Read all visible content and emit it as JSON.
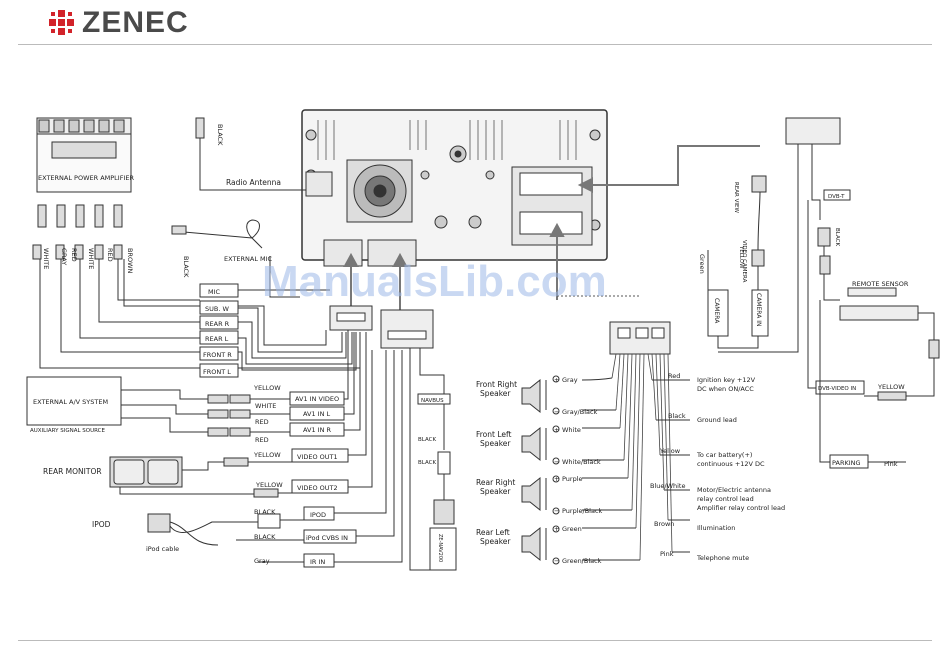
{
  "brand": {
    "name": "ZENEC",
    "accent": "#d2232a"
  },
  "watermark": "ManualsLib.com",
  "amp": {
    "title": "EXTERNAL POWER AMPLIFIER",
    "wires": [
      "WHITE",
      "GRAY",
      "RED",
      "WHITE",
      "RED",
      "BROWN"
    ]
  },
  "antenna": {
    "black": "BLACK",
    "label": "Radio Antenna"
  },
  "mic": {
    "black": "BLACK",
    "label": "EXTERNAL MIC"
  },
  "out_labels": [
    "MIC",
    "SUB. W",
    "REAR R",
    "REAR L",
    "FRONT R",
    "FRONT L"
  ],
  "av_system": {
    "title": "EXTERNAL A/V SYSTEM",
    "sub": "AUXILIARY SIGNAL SOURCE"
  },
  "av_in": [
    {
      "color": "YELLOW",
      "label": "AV1 IN VIDEO"
    },
    {
      "color": "WHITE",
      "label": "AV1 IN L"
    },
    {
      "color": "RED",
      "label": "AV1 IN R"
    }
  ],
  "av_red_extra": "RED",
  "rear_monitor": "REAR MONITOR",
  "video_out": [
    {
      "color": "YELLOW",
      "label": "VIDEO OUT1"
    },
    {
      "color": "YELLOW",
      "label": "VIDEO OUT2"
    }
  ],
  "ipod": {
    "label": "IPOD",
    "cable": "iPod cable",
    "rows": [
      {
        "color": "BLACK",
        "label": "IPOD"
      },
      {
        "color": "BLACK",
        "label": "iPod CVBS IN"
      },
      {
        "color": "Gray",
        "label": "IR IN"
      }
    ]
  },
  "navbus": {
    "label": "NAVBUS",
    "black1": "BLACK",
    "black2": "BLACK",
    "module": "ZE-NAV200"
  },
  "speakers": [
    {
      "name": "Front Right\nSpeaker",
      "pos": "Gray",
      "neg": "Gray/Black"
    },
    {
      "name": "Front Left\nSpeaker",
      "pos": "White",
      "neg": "White/Black"
    },
    {
      "name": "Rear Right\nSpeaker",
      "pos": "Purple",
      "neg": "Purple/Black"
    },
    {
      "name": "Rear Left\nSpeaker",
      "pos": "Green",
      "neg": "Green/Black"
    }
  ],
  "power_wires": [
    {
      "color": "Red",
      "desc": [
        "Ignition key +12V",
        "DC when ON/ACC"
      ]
    },
    {
      "color": "Black",
      "desc": [
        "Ground lead"
      ]
    },
    {
      "color": "Yellow",
      "desc": [
        "To car battery(+)",
        "continuous +12V DC"
      ]
    },
    {
      "color": "Blue/White",
      "desc": [
        "Motor/Electric antenna",
        "relay control lead",
        "Amplifier relay control lead"
      ]
    },
    {
      "color": "Brown",
      "desc": [
        "Illumination"
      ]
    },
    {
      "color": "Pink",
      "desc": [
        "Telephone mute"
      ]
    }
  ],
  "camera": {
    "vert": "REAR VIEW\nVIDEO CAMERA",
    "green": "Green",
    "yellow": "YELLOW",
    "box1": "CAMERA",
    "box2": "CAMERA IN"
  },
  "dvbt": {
    "label": "DVB-T",
    "black": "BLACK",
    "remote": "REMOTE SENSOR",
    "video_in": "DVB-VIDEO IN",
    "yellow": "YELLOW",
    "parking": "PARKING",
    "pink": "Pink"
  }
}
